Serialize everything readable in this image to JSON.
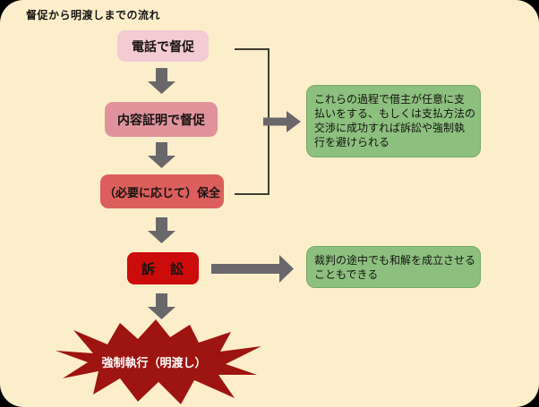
{
  "title": "督促から明渡しまでの流れ",
  "flow": {
    "step1": {
      "label": "電話で督促"
    },
    "step2": {
      "label": "内容証明で督促"
    },
    "step3": {
      "label": "（必要に応じて）保全"
    },
    "step4": {
      "label": "訴　訟"
    },
    "step5": {
      "label": "強制執行（明渡し）"
    }
  },
  "notes": {
    "note1": {
      "lines": [
        "これらの過程で借主が任意に支",
        "払いをする、もしくは支払方法の",
        "交渉に成功すれば訴訟や強制執",
        "行を避けられる"
      ]
    },
    "note2": {
      "lines": [
        "裁判の途中でも和解を成立させる",
        "こともできる"
      ]
    }
  },
  "colors": {
    "canvas_bg": "#fdeecb",
    "outside_bg": "#000000",
    "step1_bg": "#f2cbd3",
    "step2_bg": "#e0939c",
    "step3_bg": "#dc5f5e",
    "step4_bg": "#cc0b0b",
    "burst_bg": "#9e1410",
    "note_bg": "#8dc07f",
    "arrow_gray": "#6a676b",
    "bracket_line": "#3f3d33",
    "burst_text": "#ffffff"
  }
}
